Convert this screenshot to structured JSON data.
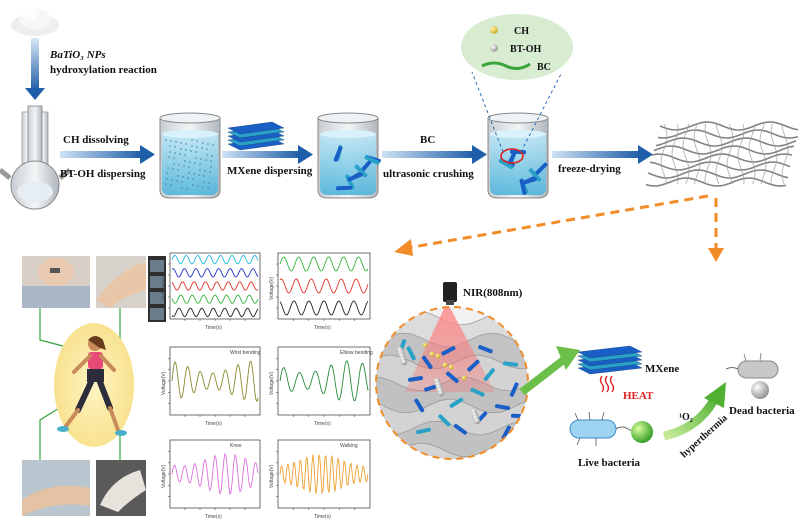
{
  "labels": {
    "precursor_line1": "BaTiO₃ NPs",
    "precursor_line2": "hydroxylation reaction",
    "step1_top": "CH dissolving",
    "step1_bottom": "BT-OH dispersing",
    "step2": "MXene dispersing",
    "step3_top": "BC",
    "step3_bottom": "ultrasonic crushing",
    "step4": "freeze-drying",
    "legend_ch": "CH",
    "legend_btoh": "BT-OH",
    "legend_bc": "BC",
    "nir": "NIR(808nm)",
    "mxene": "MXene",
    "heat": "HEAT",
    "singlet_oxygen": "¹O₂",
    "hyperthermia": "hyperthermia",
    "live_bacteria": "Live bacteria",
    "dead_bacteria": "Dead bacteria"
  },
  "plots": {
    "wrist_legend": "Wrist bending",
    "elbow_legend": "Elbow bending",
    "knee_legend": "Knee",
    "walking_legend": "Walking",
    "xlabel": "Time(s)",
    "ylabel": "Voltage(V)"
  },
  "colors": {
    "process_arrow": "#2b6db3",
    "beaker_liquid": "#8fd0e8",
    "mxene_blue": "#1a5fc6",
    "mxene_teal": "#2aa1c8",
    "orange_arrow": "#f28c28",
    "green_arrow": "#6cc04a",
    "legend_ellipse": "#d7ecd0",
    "heat_red": "#e02020",
    "wave_cyan": "#22b7e0",
    "wave_blue": "#2233cc",
    "wave_red": "#e0332b",
    "wave_green": "#35b53a",
    "wave_black": "#222222",
    "wave_olive": "#8a8a30",
    "wave_darkgreen": "#2a8a3a",
    "wave_pink": "#e070e0",
    "wave_orange": "#f0a030"
  }
}
